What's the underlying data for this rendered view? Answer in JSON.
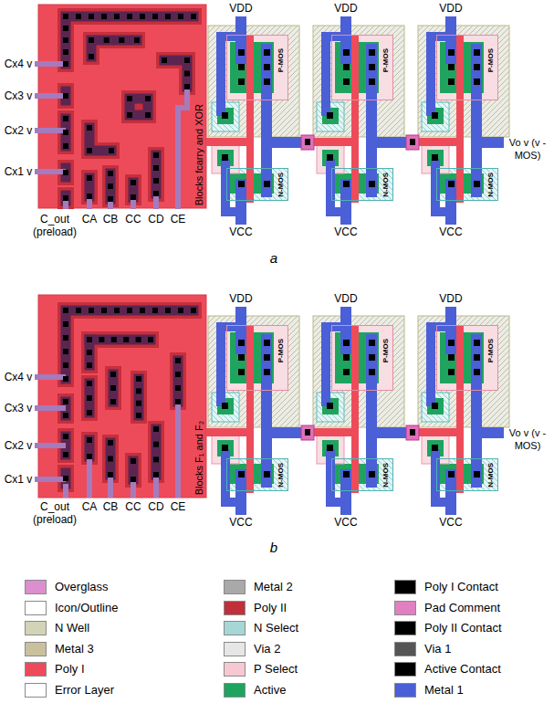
{
  "diagram": {
    "nodes": [
      {
        "text": [
          "Blocks fcarry and XOR"
        ]
      },
      {
        "text": [
          "P-MOS"
        ]
      },
      {
        "text": [
          "P-MOS"
        ]
      },
      {
        "text": [
          "P-MOS"
        ]
      },
      {
        "text": [
          "N-MOS"
        ]
      },
      {
        "text": [
          "N-MOS"
        ]
      },
      {
        "text": [
          "N-MOS"
        ]
      },
      {
        "text": [
          "Blocks F₁ and F₂"
        ]
      },
      {
        "text": [
          "P-MOS"
        ]
      },
      {
        "text": [
          "P-MOS"
        ]
      },
      {
        "text": [
          "P-MOS"
        ]
      },
      {
        "text": [
          "N-MOS"
        ]
      },
      {
        "text": [
          "N-MOS"
        ]
      },
      {
        "text": [
          "N-MOS"
        ]
      }
    ],
    "labels": [
      "Cx4 v",
      "Cx3 v",
      "Cx2 v",
      "Cx1 v",
      "C_out (preload)",
      "CA",
      "CB",
      "CC",
      "CD",
      "CE",
      "VDD",
      "VDD",
      "VDD",
      "VCC",
      "VCC",
      "VCC",
      "Vo v (v -MOS)",
      "a",
      "Cx4 v",
      "Cx3 v",
      "Cx2 v",
      "Cx1 v",
      "C_out (preload)",
      "CA",
      "CB",
      "CC",
      "CD",
      "CE",
      "VDD",
      "VDD",
      "VDD",
      "VCC",
      "VCC",
      "VCC",
      "Vo v (v -MOS)",
      "b"
    ],
    "legend": [
      {
        "text": "Overglass",
        "color": "#dc8fcf"
      },
      {
        "text": "Icon/Outline",
        "color": "#ffffff"
      },
      {
        "text": "N Well",
        "color": "#d3d3b6"
      },
      {
        "text": "Metal 3",
        "color": "#c9c09e"
      },
      {
        "text": "Poly I",
        "color": "#ee4b5a"
      },
      {
        "text": "Error Layer",
        "color": "#ffffff"
      },
      {
        "text": "Metal 2",
        "color": "#a9a9a9"
      },
      {
        "text": "Poly II",
        "color": "#c0303a"
      },
      {
        "text": "N Select",
        "color": "#a6d6d6"
      },
      {
        "text": "Via 2",
        "color": "#e6e6e6"
      },
      {
        "text": "P Select",
        "color": "#f5c8d2"
      },
      {
        "text": "Active",
        "color": "#1fa45f"
      },
      {
        "text": "Poly I Contact",
        "color": "#000000"
      },
      {
        "text": "Pad Comment",
        "color": "#e080c0"
      },
      {
        "text": "Poly II Contact",
        "color": "#000000"
      },
      {
        "text": "Via 1",
        "color": "#555555"
      },
      {
        "text": "Active Contact",
        "color": "#000000"
      },
      {
        "text": "Metal 1",
        "color": "#4b5fd6"
      }
    ]
  }
}
